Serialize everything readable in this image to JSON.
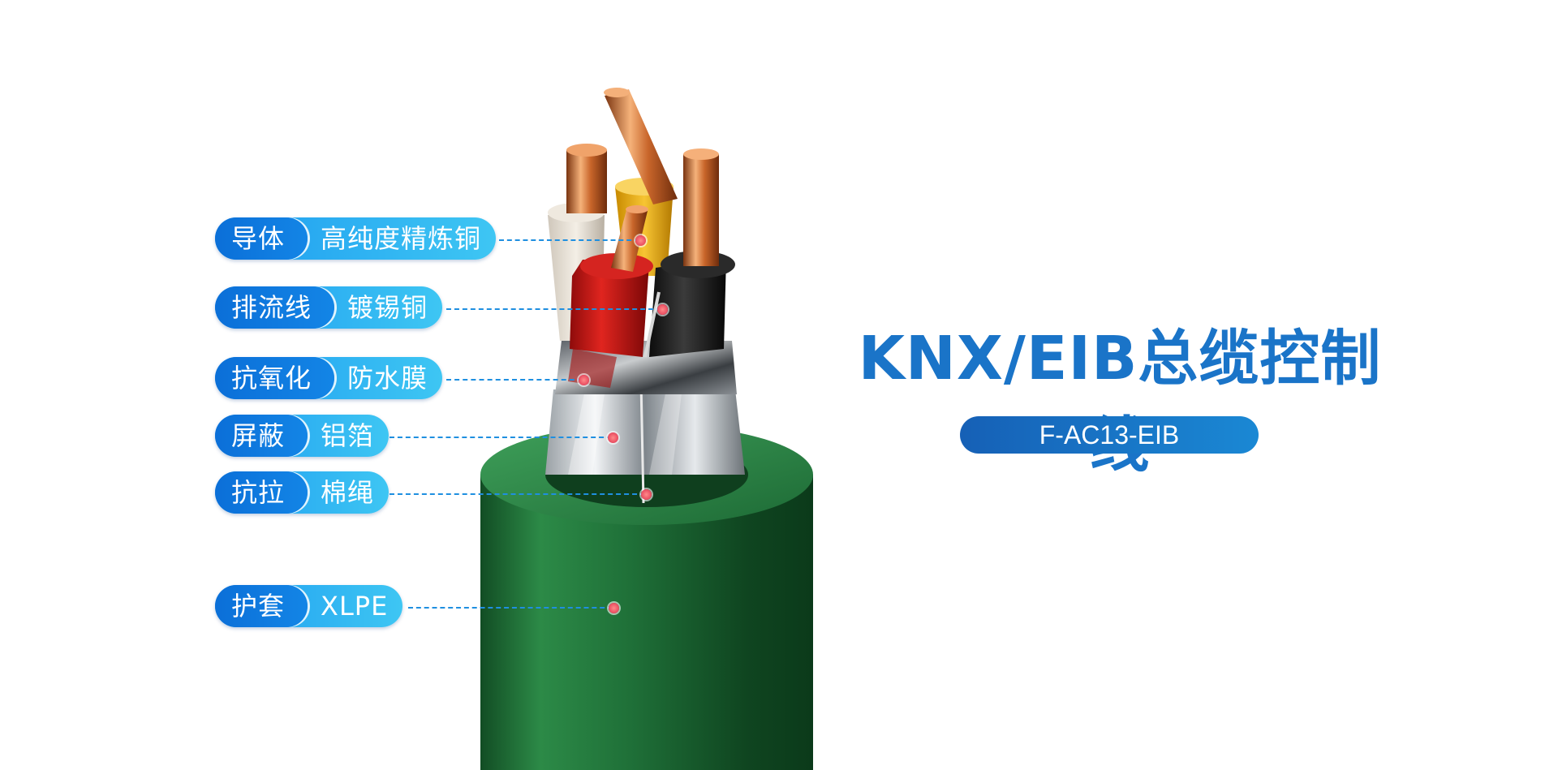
{
  "product": {
    "title": "KNX/EIB总缆控制线",
    "model": "F-AC13-EIB"
  },
  "labels": [
    {
      "tag": "导体",
      "value": "高纯度精炼铜"
    },
    {
      "tag": "排流线",
      "value": "镀锡铜"
    },
    {
      "tag": "抗氧化",
      "value": "防水膜"
    },
    {
      "tag": "屏蔽",
      "value": "铝箔"
    },
    {
      "tag": "抗拉",
      "value": "棉绳"
    },
    {
      "tag": "护套",
      "value": "XLPE"
    }
  ],
  "colors": {
    "accent": "#1a74c8",
    "pill_light": "#3ec6f3",
    "pill_dark": "#0b6fd8",
    "jacket_green": "#1f6b35",
    "marker": "#e84a5f"
  }
}
